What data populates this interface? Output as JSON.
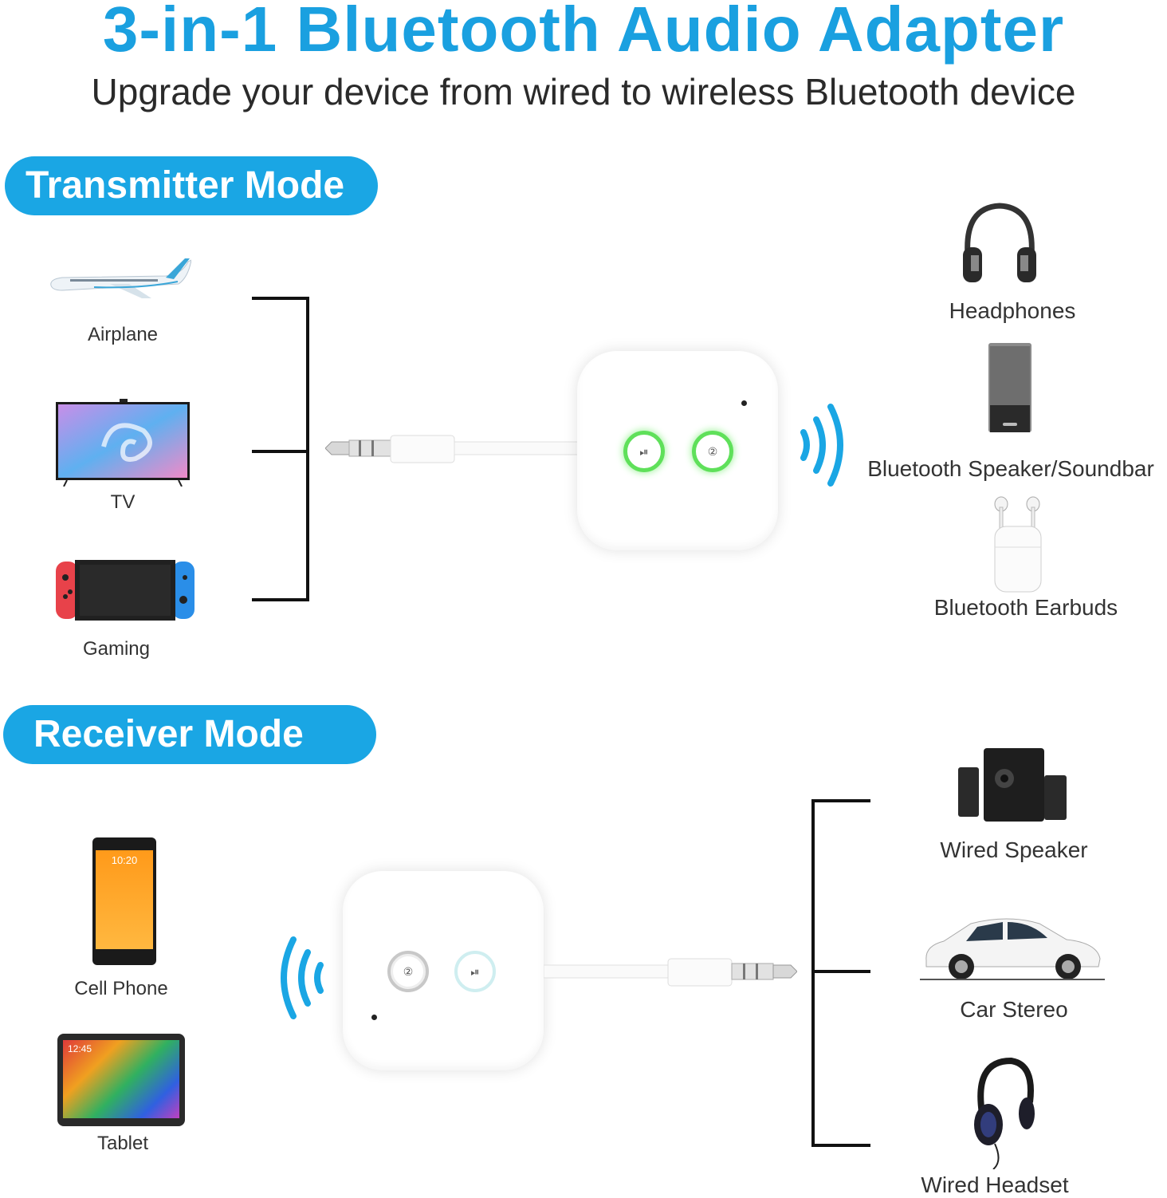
{
  "header": {
    "title": "3-in-1 Bluetooth Audio Adapter",
    "subtitle": "Upgrade your device from wired to wireless Bluetooth device"
  },
  "transmitter": {
    "mode_label": "Transmitter Mode",
    "sources": [
      {
        "label": "Airplane",
        "icon": "airplane-icon"
      },
      {
        "label": "TV",
        "icon": "tv-icon"
      },
      {
        "label": "Gaming",
        "icon": "game-console-icon"
      }
    ],
    "outputs": [
      {
        "label": "Headphones",
        "icon": "headphones-icon"
      },
      {
        "label": "Bluetooth Speaker/Soundbar",
        "icon": "speaker-icon"
      },
      {
        "label": "Bluetooth Earbuds",
        "icon": "earbuds-icon"
      }
    ]
  },
  "receiver": {
    "mode_label": "Receiver Mode",
    "sources": [
      {
        "label": "Cell Phone",
        "icon": "phone-icon",
        "screen_time": "10:20"
      },
      {
        "label": "Tablet",
        "icon": "tablet-icon",
        "screen_time": "12:45"
      }
    ],
    "outputs": [
      {
        "label": "Wired Speaker",
        "icon": "wired-speaker-icon"
      },
      {
        "label": "Car Stereo",
        "icon": "car-icon"
      },
      {
        "label": "Wired Headset",
        "icon": "wired-headset-icon"
      }
    ]
  },
  "colors": {
    "accent": "#1aa6e4",
    "title": "#1aa0e0",
    "led_green": "#5fe05a",
    "bracket": "#111111"
  }
}
